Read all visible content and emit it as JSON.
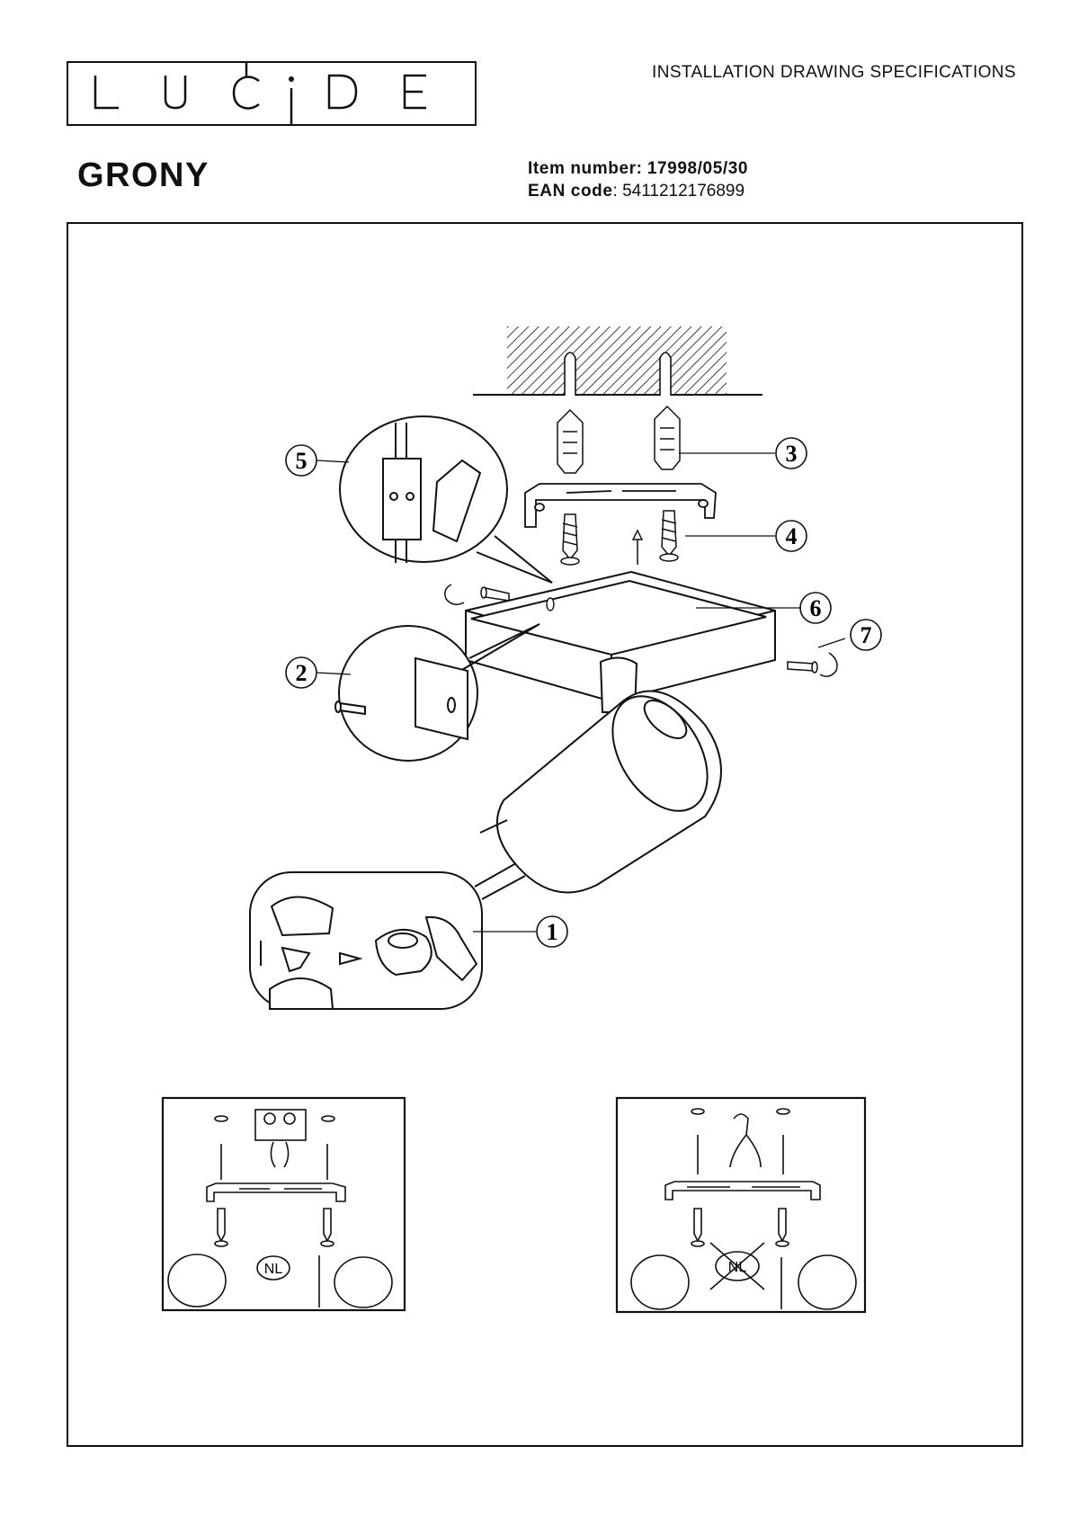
{
  "header": {
    "brand": "LUCIDE",
    "document_type": "INSTALLATION DRAWING SPECIFICATIONS"
  },
  "product": {
    "name": "GRONY",
    "item_number_label": "Item number:",
    "item_number": "17998/05/30",
    "ean_label": "EAN code",
    "ean_value": ": 5411212176899"
  },
  "diagram": {
    "callouts": [
      "1",
      "2",
      "3",
      "4",
      "5",
      "6",
      "7"
    ],
    "inset_left_badge": "NL",
    "inset_right_badge": "NL"
  }
}
